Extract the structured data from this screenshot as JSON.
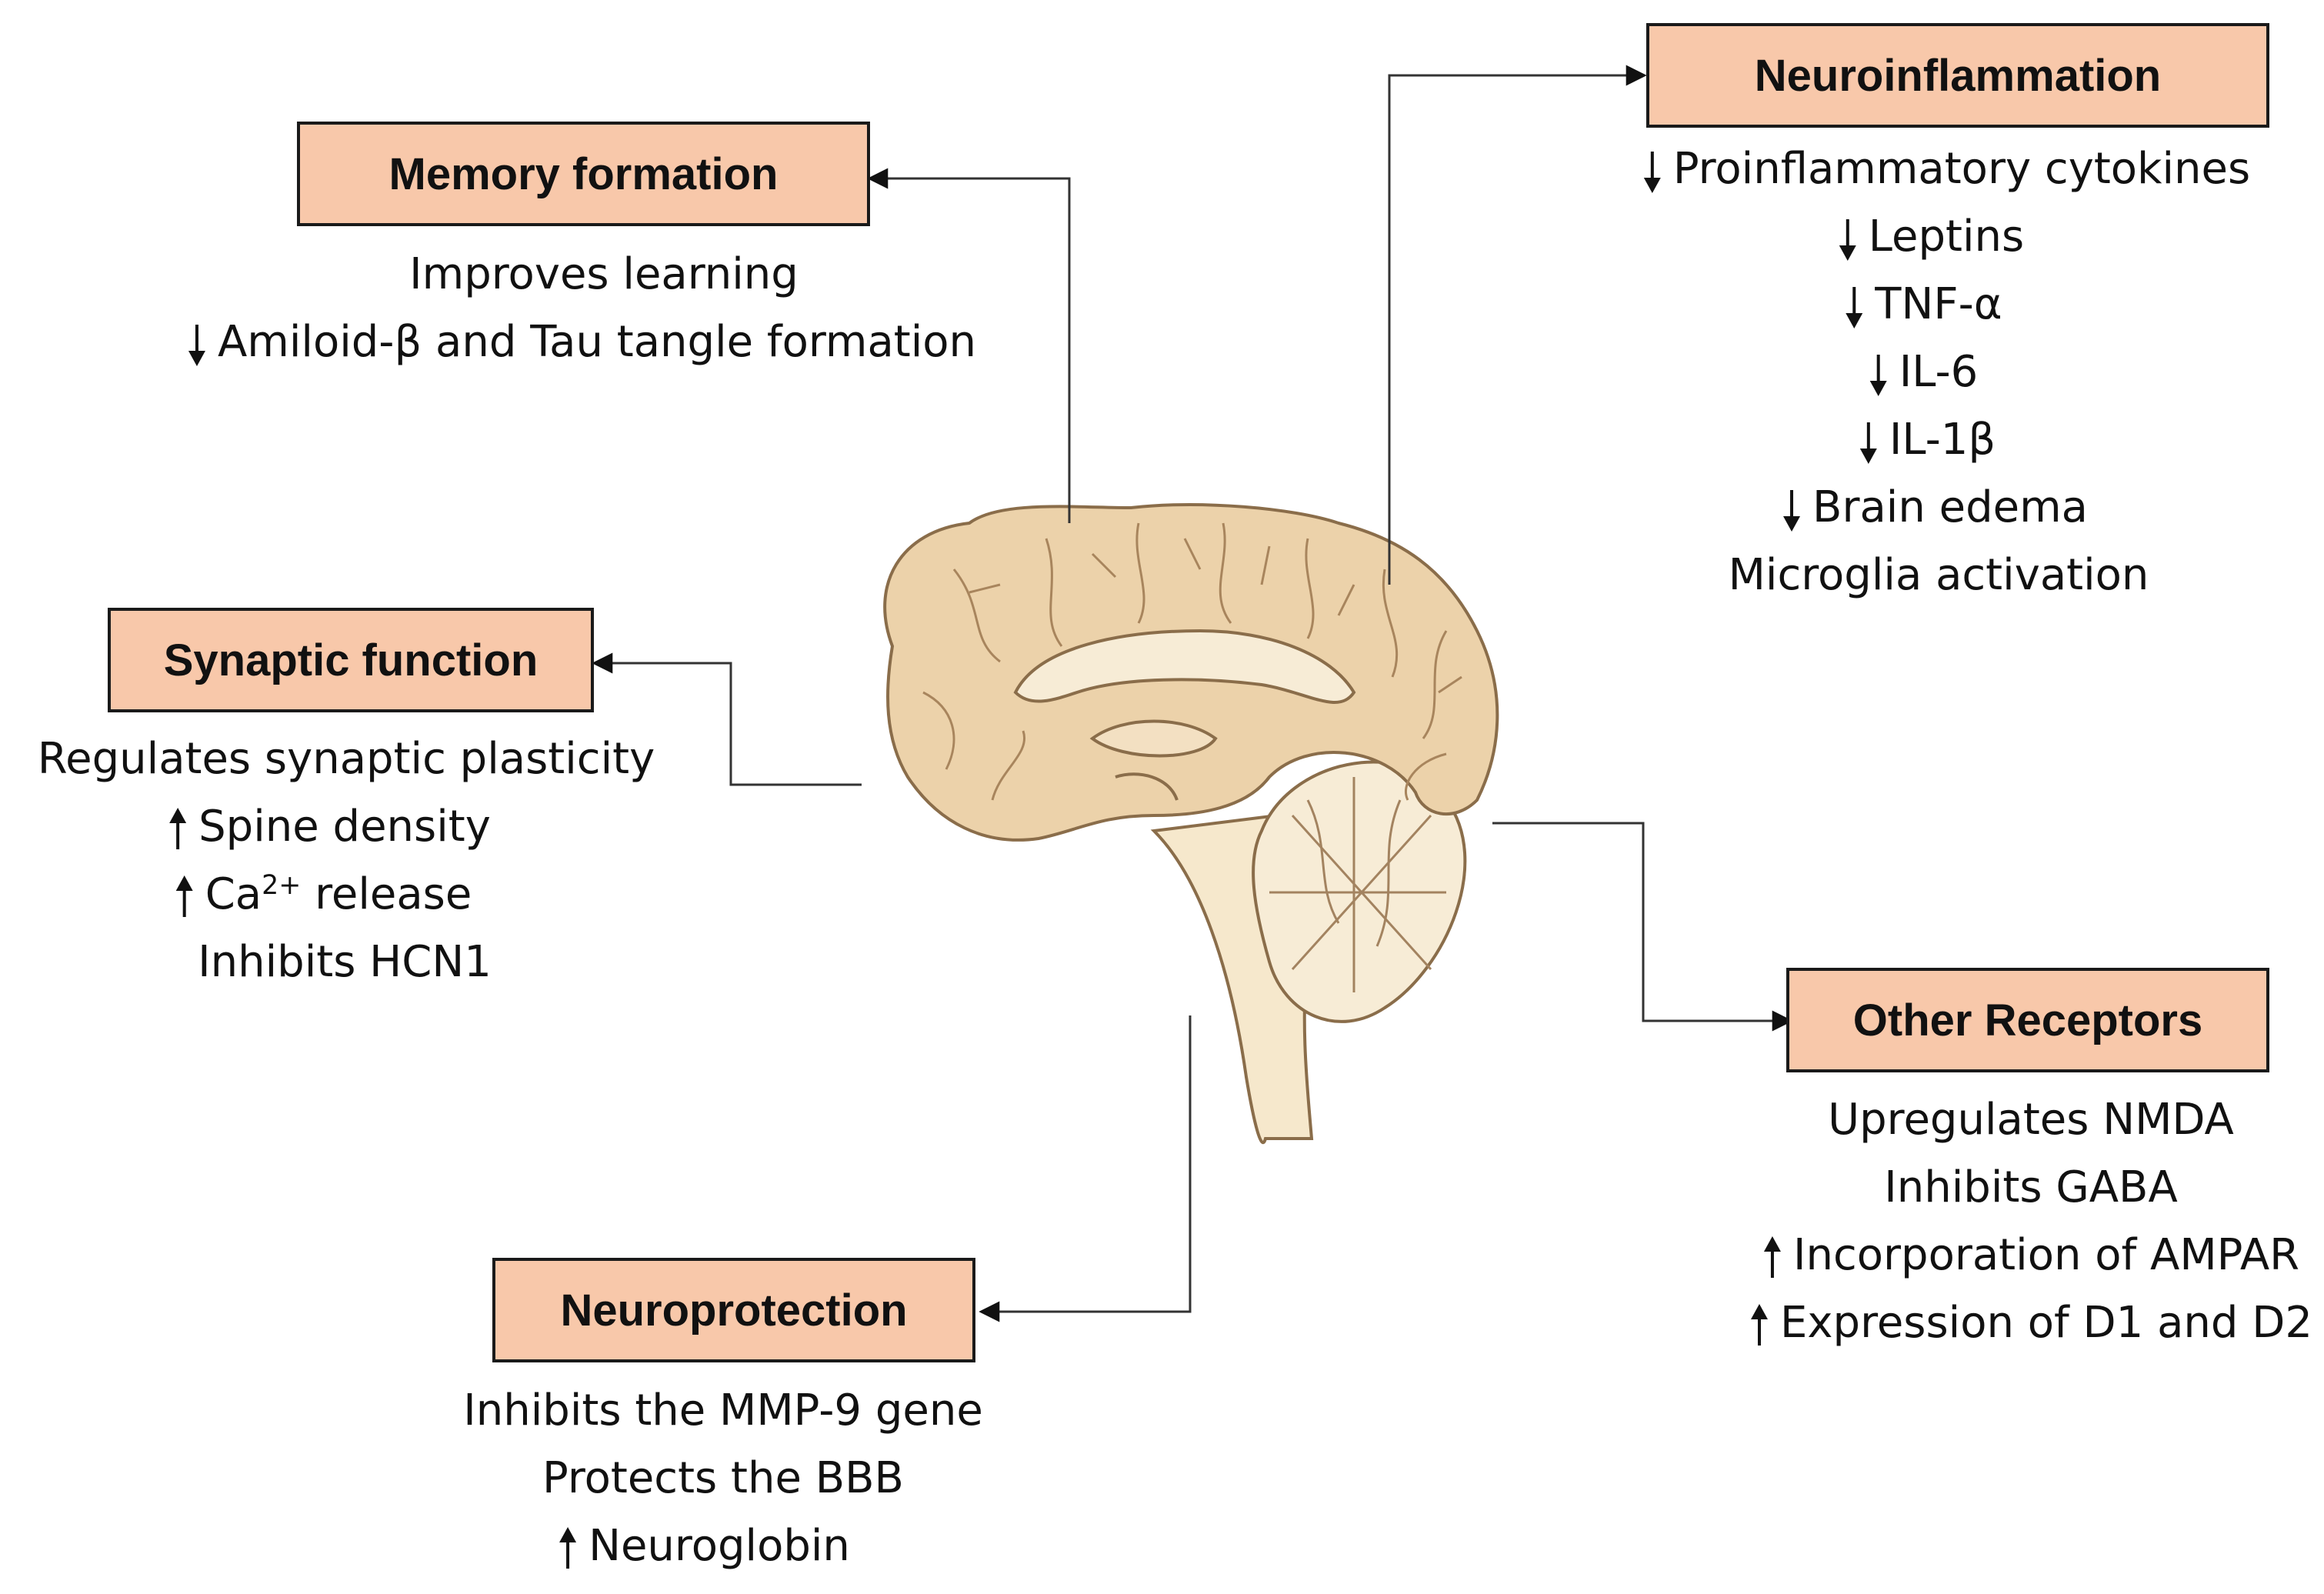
{
  "colors": {
    "box_fill": "#f8c8aa",
    "box_border": "#1a1a1a",
    "brain_fill": "#ecd2aa",
    "brain_inner": "#f6e8cc",
    "brain_stroke": "#8a6d4a"
  },
  "memory": {
    "title": "Memory formation",
    "lines": [
      "Improves learning",
      "Amiloid-β and Tau tangle formation"
    ]
  },
  "synaptic": {
    "title": "Synaptic function",
    "lines": [
      "Regulates synaptic plasticity",
      "Spine density",
      "Ca",
      "2+",
      " release",
      "Inhibits HCN1"
    ]
  },
  "neuroprotection": {
    "title": "Neuroprotection",
    "lines": [
      "Inhibits the MMP-9 gene",
      "Protects the BBB",
      "Neuroglobin"
    ]
  },
  "neuroinflammation": {
    "title": "Neuroinflammation",
    "lines": [
      "Proinflammatory cytokines",
      "Leptins",
      "TNF-α",
      "IL-6",
      "IL-1β",
      "Brain edema",
      "Microglia activation"
    ]
  },
  "receptors": {
    "title": "Other Receptors",
    "lines": [
      "Upregulates NMDA",
      "Inhibits GABA",
      "Incorporation of AMPAR",
      "Expression of D1 and D2"
    ]
  },
  "icons": [
    "down-arrow-icon",
    "up-arrow-icon",
    "brain-illustration"
  ]
}
